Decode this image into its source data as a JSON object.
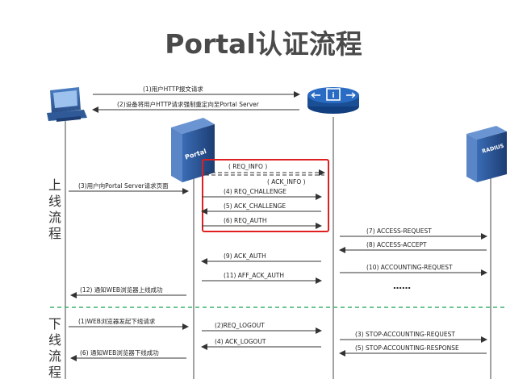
{
  "title": "Portal认证流程",
  "phases": {
    "online": [
      "上",
      "线",
      "流",
      "程"
    ],
    "offline": [
      "下",
      "线",
      "流",
      "程"
    ]
  },
  "devices": {
    "portal_label": "Portal",
    "radius_label": "RADIUS"
  },
  "messages": [
    {
      "id": "m1",
      "text": "(1)用户HTTP报文请求"
    },
    {
      "id": "m2",
      "text": "(2)设备将用户HTTP请求强制重定向至Portal Server"
    },
    {
      "id": "m3",
      "text": "(3)用户向Portal Server请求页面"
    },
    {
      "id": "req_info",
      "text": "( REQ_INFO )"
    },
    {
      "id": "ack_info",
      "text": "( ACK_INFO )"
    },
    {
      "id": "m4",
      "text": "(4) REQ_CHALLENGE"
    },
    {
      "id": "m5",
      "text": "(5) ACK_CHALLENGE"
    },
    {
      "id": "m6",
      "text": "(6) REQ_AUTH"
    },
    {
      "id": "m7",
      "text": "(7) ACCESS-REQUEST"
    },
    {
      "id": "m8",
      "text": "(8) ACCESS-ACCEPT"
    },
    {
      "id": "m9",
      "text": "(9) ACK_AUTH"
    },
    {
      "id": "m10",
      "text": "(10) ACCOUNTING-REQUEST"
    },
    {
      "id": "m11",
      "text": "(11) AFF_ACK_AUTH"
    },
    {
      "id": "dots",
      "text": "……"
    },
    {
      "id": "m12",
      "text": "(12) 通知WEB浏览器上线成功"
    },
    {
      "id": "o1",
      "text": "(1)WEB浏览器发起下线请求"
    },
    {
      "id": "o2",
      "text": "(2)REQ_LOGOUT"
    },
    {
      "id": "o3",
      "text": "(3) STOP-ACCOUNTING-REQUEST"
    },
    {
      "id": "o4",
      "text": "(4) ACK_LOGOUT"
    },
    {
      "id": "o5",
      "text": "(5) STOP-ACCOUNTING-RESPONSE"
    },
    {
      "id": "o6",
      "text": "(6) 通知WEB浏览器下线成功"
    }
  ],
  "colors": {
    "highlight_box": "#e02020",
    "divider": "#3cb371",
    "router": "#1f62b8",
    "server": "#2b4f8c"
  }
}
